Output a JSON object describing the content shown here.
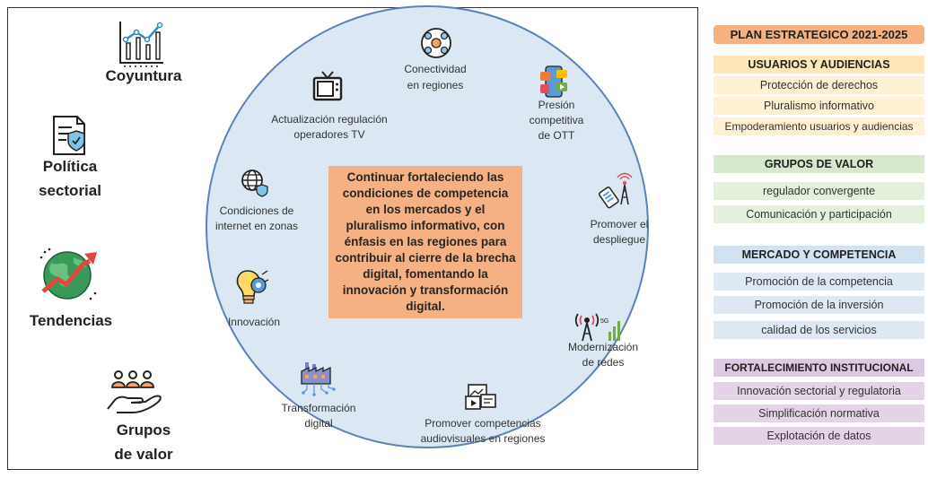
{
  "left": {
    "coyuntura": "Coyuntura",
    "politica_1": "Política",
    "politica_2": "sectorial",
    "tendencias": "Tendencias",
    "grupos_1": "Grupos",
    "grupos_2": "de valor"
  },
  "circle": {
    "center_text": "Continuar fortaleciendo las condiciones de competencia en los mercados y el pluralismo informativo, con énfasis en las regiones para contribuir al cierre de la brecha digital, fomentando la innovación y transformación digital.",
    "conectividad_1": "Conectividad",
    "conectividad_2": "en regiones",
    "presion_1": "Presión",
    "presion_2": "competitiva",
    "presion_3": "de  OTT",
    "actualizacion_1": "Actualización regulación",
    "actualizacion_2": "operadores TV",
    "condiciones_1": "Condiciones de",
    "condiciones_2": "internet en zonas",
    "despliegue_1": "Promover el",
    "despliegue_2": "despliegue",
    "innovacion": "Innovación",
    "modernizacion_1": "Modernización",
    "modernizacion_2": "de redes",
    "transformacion_1": "Transformación",
    "transformacion_2": "digital",
    "audiovisuales_1": "Promover competencias",
    "audiovisuales_2": "audiovisuales en regiones",
    "badge_5g": "5G"
  },
  "plan": {
    "title": "PLAN ESTRATEGICO 2021-2025",
    "sections": [
      {
        "title": "USUARIOS Y AUDIENCIAS",
        "head_color": "#fde6b8",
        "item_color": "#fdf0d3",
        "items": [
          "Protección de derechos",
          "Pluralismo informativo",
          "Empoderamiento usuarios y audiencias"
        ]
      },
      {
        "title": "GRUPOS DE VALOR",
        "head_color": "#d6e9cc",
        "item_color": "#e3f0db",
        "items": [
          "regulador convergente",
          "Comunicación y participación"
        ]
      },
      {
        "title": "MERCADO Y COMPETENCIA",
        "head_color": "#d3e2f1",
        "item_color": "#dfe9f4",
        "items": [
          "Promoción de la competencia",
          "Promoción de la inversión",
          "calidad de los servicios"
        ]
      },
      {
        "title": "FORTALECIMIENTO INSTITUCIONAL",
        "head_color": "#ddc9e1",
        "item_color": "#e4d3e7",
        "items": [
          "Innovación sectorial y regulatoria",
          "Simplificación normativa",
          "Explotación de datos"
        ]
      }
    ]
  },
  "colors": {
    "circle_fill": "#dbe7f3",
    "circle_stroke": "#5a83b8",
    "center_fill": "#f5b184",
    "plan_title_fill": "#f6b183"
  }
}
